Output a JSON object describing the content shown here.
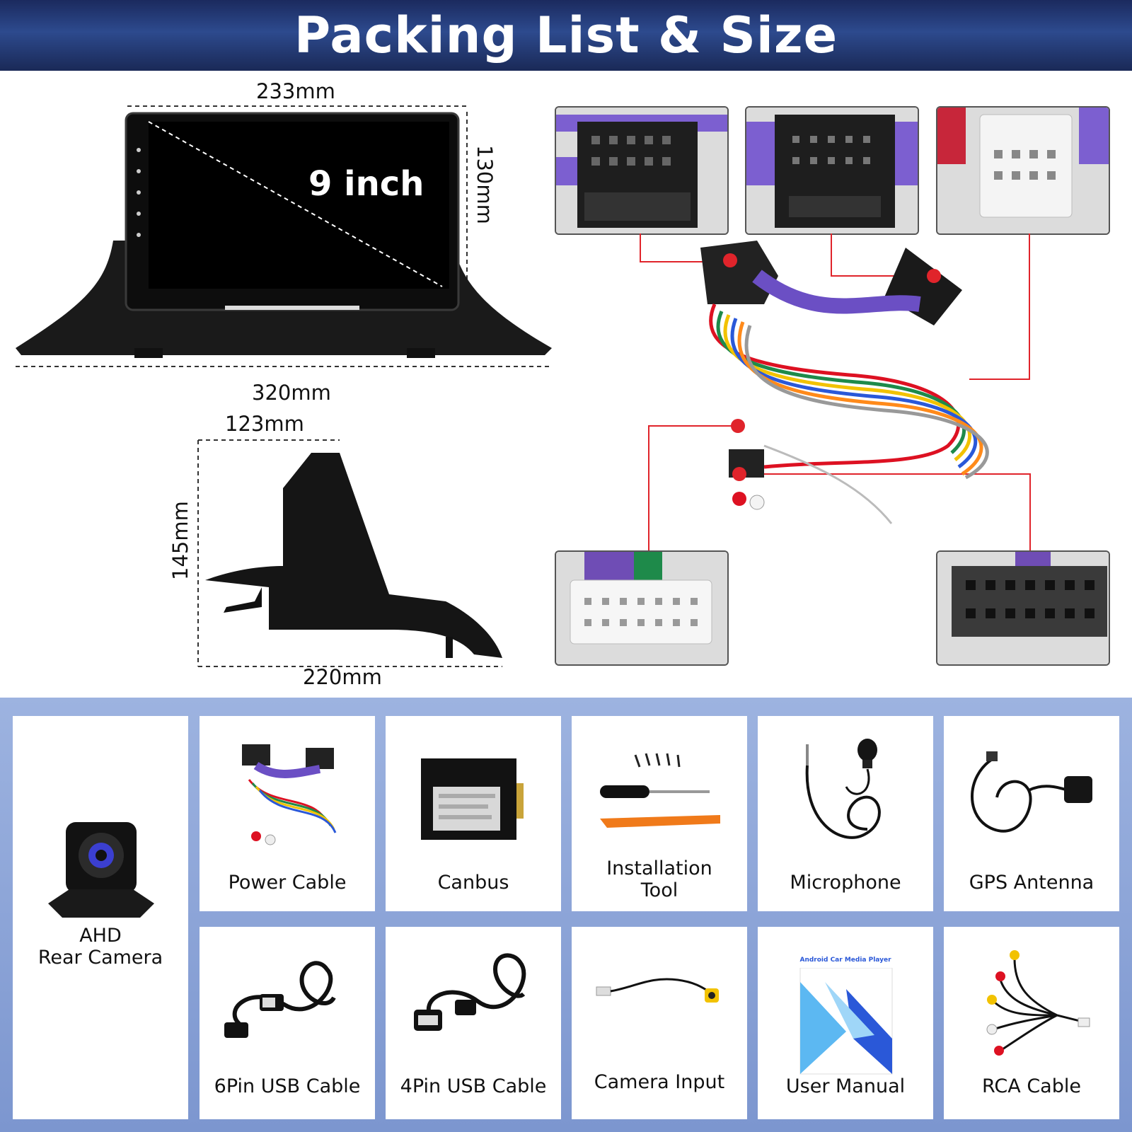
{
  "header": {
    "title": "Packing List & Size"
  },
  "dimensions": {
    "unit_width": "233mm",
    "unit_height": "130mm",
    "frame_width": "320mm",
    "screen_size": "9 inch",
    "bracket_depth": "123mm",
    "bracket_height": "145mm",
    "bracket_width": "220mm"
  },
  "accessories": [
    {
      "label": "AHD\nRear Camera",
      "icon": "rear-camera-icon"
    },
    {
      "label": "Power Cable",
      "icon": "power-cable-icon"
    },
    {
      "label": "Canbus",
      "icon": "canbus-icon"
    },
    {
      "label": "Installation\nTool",
      "icon": "installation-tool-icon"
    },
    {
      "label": "Microphone",
      "icon": "microphone-icon"
    },
    {
      "label": "GPS Antenna",
      "icon": "gps-antenna-icon"
    },
    {
      "label": "6Pin USB Cable",
      "icon": "usb-cable-icon"
    },
    {
      "label": "4Pin USB Cable",
      "icon": "usb-cable-icon"
    },
    {
      "label": "Camera Input",
      "icon": "camera-input-cable-icon"
    },
    {
      "label": "User Manual",
      "icon": "user-manual-icon"
    },
    {
      "label": "RCA Cable",
      "icon": "rca-cable-icon"
    }
  ],
  "manual": {
    "title": "Android Car Media Player"
  },
  "colors": {
    "header": "#1f3370",
    "panel": "#8ba3d8",
    "accent": "#e0242b"
  }
}
